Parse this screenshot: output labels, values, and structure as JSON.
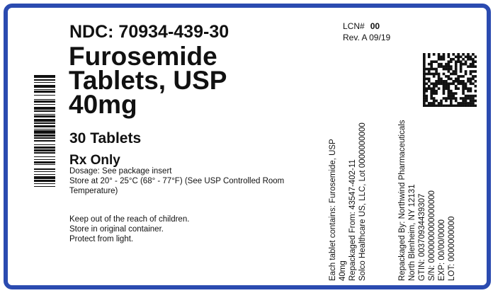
{
  "label": {
    "ndc": "NDC: 70934-439-30",
    "drug_lines": [
      "Furosemide",
      "Tablets, USP",
      "40mg"
    ],
    "count": "30 Tablets",
    "rx": "Rx Only",
    "dosage": "Dosage: See package insert",
    "storage": "Store at 20° - 25°C (68° - 77°F) (See USP Controlled Room Temperature)",
    "keep_out": "Keep out of the reach of children.",
    "store_container": "Store in original container.",
    "protect": "Protect from light.",
    "lcn_label": "LCN#",
    "lcn_value": "00",
    "rev": "Rev. A 09/19",
    "side_col1": [
      "Each tablet contains: Furosemide, USP",
      "40mg",
      "Repackaged From: 43547-402-11",
      "Solco Healthcare US, LLC, Lot 0000000000"
    ],
    "side_col2": [
      "Repackaged By: Northwind Pharmaceuticals",
      "North Blenheim, NY 12131",
      "GTIN: 00370934439307",
      "S/N: 0000000000000000",
      "EXP: 00/00/0000",
      "LOT: 0000000000"
    ]
  },
  "colors": {
    "border": "#2b4bb0",
    "ink": "#111111"
  }
}
